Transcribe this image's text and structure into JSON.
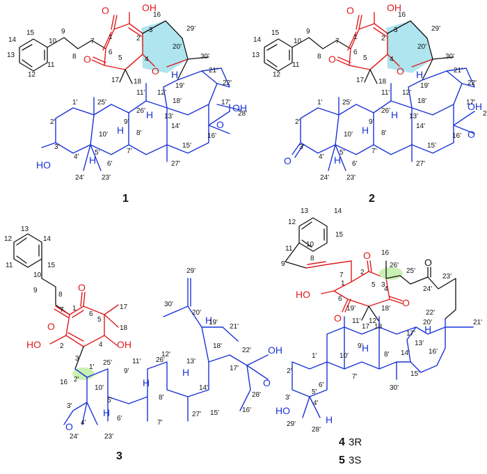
{
  "figure": {
    "compounds": [
      {
        "id": "c1",
        "label": "1"
      },
      {
        "id": "c2",
        "label": "2"
      },
      {
        "id": "c3",
        "label": "3"
      },
      {
        "id": "c4",
        "label": "4",
        "descriptor": "3R"
      },
      {
        "id": "c5",
        "label": "5",
        "descriptor": "3S"
      }
    ],
    "atoms": {
      "OH": "OH",
      "O": "O",
      "H": "H",
      "HO": "HO"
    },
    "labels_c1": [
      "1",
      "2",
      "3",
      "4",
      "5",
      "6",
      "7",
      "8",
      "9",
      "10",
      "11",
      "12",
      "13",
      "14",
      "15",
      "16",
      "17",
      "18",
      "29'",
      "20'",
      "30'",
      "19'",
      "21'",
      "22'",
      "12'",
      "11'",
      "18'",
      "17'",
      "13'",
      "25'",
      "26'",
      "28'",
      "1'",
      "9'",
      "2'",
      "10'",
      "8'",
      "14'",
      "16'",
      "15'",
      "3'",
      "5'",
      "6'",
      "7'",
      "27'",
      "4'",
      "24'",
      "23'"
    ],
    "labels_c3": [
      "13",
      "12",
      "14",
      "11",
      "15",
      "10",
      "9",
      "8",
      "7",
      "1",
      "2",
      "3",
      "4",
      "5",
      "6",
      "16",
      "17",
      "18",
      "29'",
      "30'",
      "20'",
      "21'",
      "19'",
      "12'",
      "11'",
      "18'",
      "25'",
      "26'",
      "13'",
      "22'",
      "17'",
      "28'",
      "1'",
      "9'",
      "8'",
      "14'",
      "15'",
      "16'",
      "2'",
      "10'",
      "3'",
      "5'",
      "4'",
      "6'",
      "7'",
      "24'",
      "23'",
      "27'"
    ],
    "labels_c4": [
      "13",
      "14",
      "12",
      "15",
      "11",
      "10",
      "9",
      "8",
      "16",
      "2",
      "26'",
      "3",
      "1",
      "7",
      "6",
      "4",
      "5",
      "17",
      "18",
      "25'",
      "24'",
      "23'",
      "22'",
      "20'",
      "21'",
      "17'",
      "12'",
      "11'",
      "19'",
      "18'",
      "13'",
      "16'",
      "1'",
      "9'",
      "10'",
      "8'",
      "14'",
      "15'",
      "2'",
      "3'",
      "5'",
      "4'",
      "6'",
      "7'",
      "30'",
      "29'",
      "28'"
    ]
  }
}
